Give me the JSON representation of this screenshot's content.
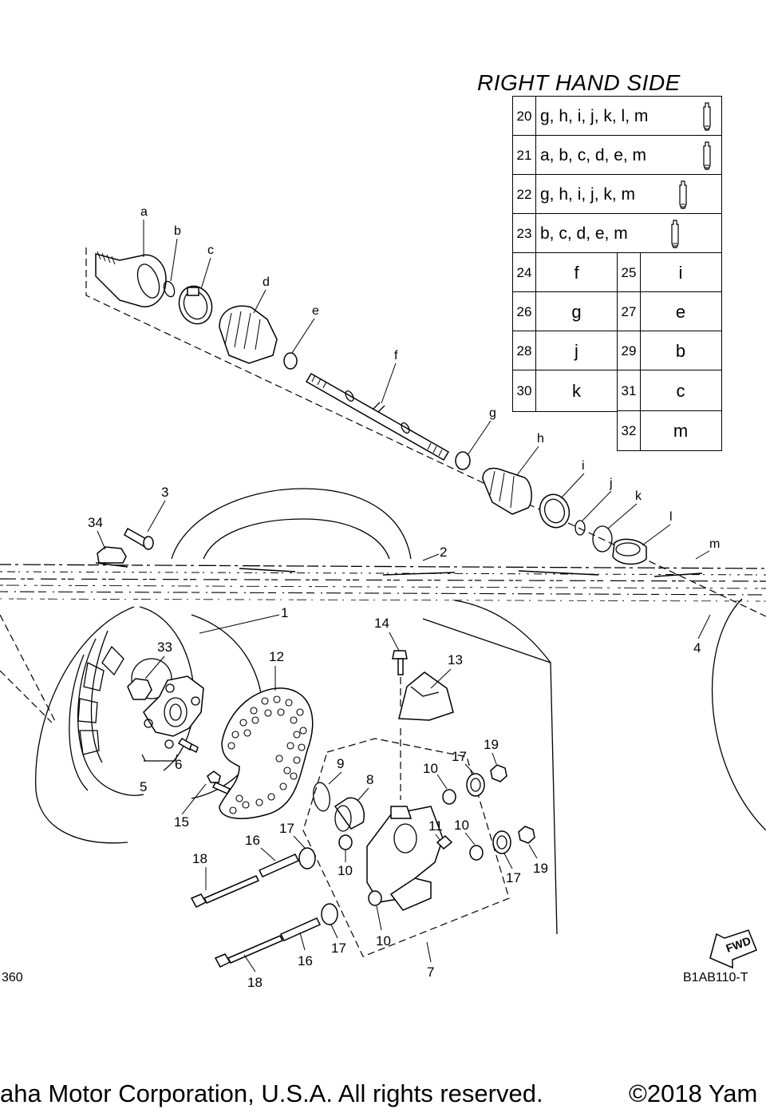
{
  "header": {
    "title": "RIGHT HAND SIDE"
  },
  "kit_table": [
    {
      "no": "20",
      "parts": "g, h, i, j, k, l, m",
      "icon": "grease-tube-icon"
    },
    {
      "no": "21",
      "parts": "a, b, c, d, e, m",
      "icon": "grease-tube-icon"
    },
    {
      "no": "22",
      "parts": "g, h, i, j, k, m",
      "icon": "grease-tube-icon"
    },
    {
      "no": "23",
      "parts": "b, c, d, e, m",
      "icon": "grease-tube-icon"
    },
    {
      "no": "24",
      "parts": "f"
    },
    {
      "no": "25",
      "parts": "i"
    },
    {
      "no": "26",
      "parts": "g"
    },
    {
      "no": "27",
      "parts": "e"
    },
    {
      "no": "28",
      "parts": "j"
    },
    {
      "no": "29",
      "parts": "b"
    },
    {
      "no": "30",
      "parts": "k"
    },
    {
      "no": "31",
      "parts": "c"
    },
    {
      "no": "32",
      "parts": "m"
    }
  ],
  "drive_shaft_letters": [
    "a",
    "b",
    "c",
    "d",
    "e",
    "f",
    "g",
    "h",
    "i",
    "j",
    "k",
    "l",
    "m"
  ],
  "callouts": [
    "1",
    "2",
    "3",
    "4",
    "5",
    "6",
    "7",
    "8",
    "9",
    "10",
    "10",
    "10",
    "10",
    "11",
    "12",
    "13",
    "14",
    "15",
    "16",
    "16",
    "17",
    "17",
    "17",
    "17",
    "18",
    "18",
    "19",
    "19",
    "33",
    "34"
  ],
  "fwd_arrow": "FWD",
  "codes": {
    "left": "360",
    "right": "B1AB110-T"
  },
  "footer": {
    "left": "aha Motor Corporation, U.S.A. All rights reserved.",
    "right": "©2018 Yam"
  }
}
